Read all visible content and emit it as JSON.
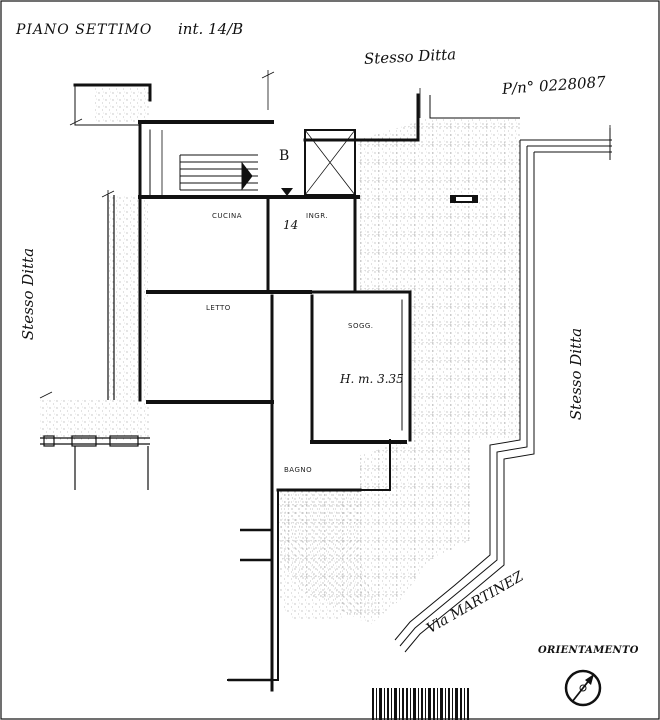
{
  "header": {
    "floor_label": "PIANO SETTIMO",
    "unit_label": "int. 14/B",
    "parcel_number": "P/n° 0228087"
  },
  "neighbors": {
    "top": "Stesso Ditta",
    "left": "Stesso Ditta",
    "right": "Stesso Ditta"
  },
  "street": "Via MARTINEZ",
  "rooms": {
    "kitchen": "CUCINA",
    "entrance": "INGR.",
    "bedroom": "LETTO",
    "living": "SOGG.",
    "bathroom": "BAGNO"
  },
  "markers": {
    "unit_letter": "B",
    "unit_number": "14",
    "ceiling_height": "H. m. 3.35"
  },
  "orientation": {
    "label": "ORIENTAMENTO"
  },
  "colors": {
    "ink": "#111111",
    "paper": "#ffffff",
    "hatch": "#777777"
  }
}
